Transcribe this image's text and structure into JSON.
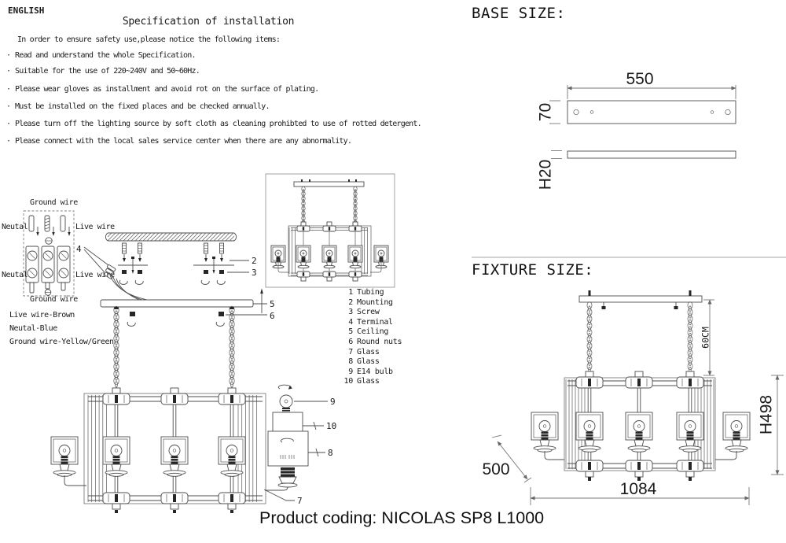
{
  "header": {
    "language": "ENGLISH",
    "title": "Specification of installation",
    "intro": "In order to ensure safety use,please notice the following items:",
    "bullet": "·",
    "items": [
      "Read and understand the whole Specification.",
      "Suitable for the use of 220~240V and 50~60Hz.",
      "Please wear gloves as installment and avoid rot on the surface of plating.",
      "Must be installed on the fixed places and be checked annually.",
      "Please turn off the lighting source by soft cloth as cleaning prohibted to use of rotted detergent.",
      "Please connect with the local sales service center when there are any abnormality."
    ]
  },
  "wiring": {
    "ground_top": "Ground wire",
    "neutral_top": "Neutal",
    "live_top": "Live wire",
    "neutral_bottom": "Neutal",
    "live_bottom": "Live wire",
    "ground_bottom": "Ground wire",
    "legend_live": "Live wire-Brown",
    "legend_neutral": "Neutal-Blue",
    "legend_ground": "Ground wire-Yellow/Green"
  },
  "parts": [
    {
      "num": "1",
      "name": "Tubing"
    },
    {
      "num": "2",
      "name": "Mounting"
    },
    {
      "num": "3",
      "name": "Screw"
    },
    {
      "num": "4",
      "name": "Terminal"
    },
    {
      "num": "5",
      "name": "Ceiling"
    },
    {
      "num": "6",
      "name": "Round nuts"
    },
    {
      "num": "7",
      "name": "Glass"
    },
    {
      "num": "8",
      "name": "Glass"
    },
    {
      "num": "9",
      "name": "E14 bulb"
    },
    {
      "num": "10",
      "name": "Glass"
    }
  ],
  "callouts": {
    "c2": "2",
    "c3": "3",
    "c4": "4",
    "c5": "5",
    "c6": "6",
    "c7": "7",
    "c8": "8",
    "c9": "9",
    "c10": "10"
  },
  "base_size": {
    "heading": "BASE SIZE:",
    "width": "550",
    "depth": "70",
    "thickness": "H20"
  },
  "fixture_size": {
    "heading": "FIXTURE SIZE:",
    "chain_length": "60CM",
    "height": "H498",
    "depth": "500",
    "width": "1084"
  },
  "footer": {
    "product_coding": "Product coding: NICOLAS SP8 L1000"
  }
}
